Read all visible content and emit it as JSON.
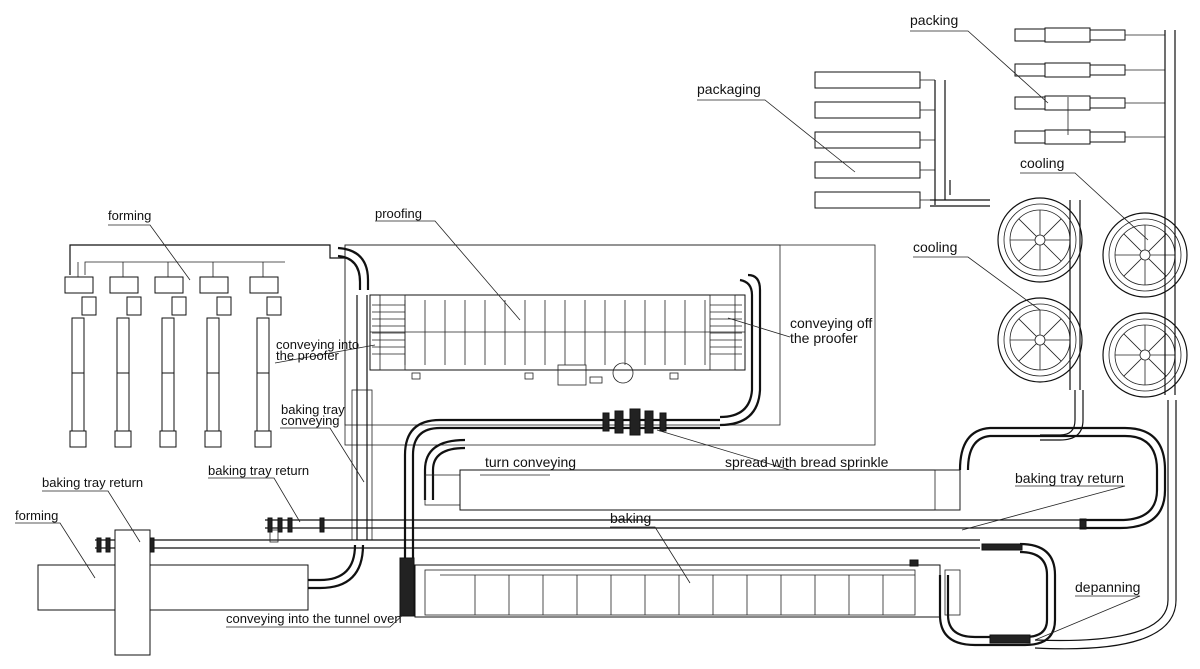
{
  "labels": {
    "packing": "packing",
    "packaging": "packaging",
    "cooling_top": "cooling",
    "cooling_mid": "cooling",
    "forming_top": "forming",
    "proofing": "proofing",
    "conveying_into_proofer_1": "conveying into",
    "conveying_into_proofer_2": "the proofer",
    "conveying_off_proofer_1": "conveying off",
    "conveying_off_proofer_2": "the proofer",
    "baking_tray_conveying_1": "baking tray",
    "baking_tray_conveying_2": "conveying",
    "turn_conveying": "turn conveying",
    "spread_bread_sprinkle": "spread with bread sprinkle",
    "baking_tray_return_left": "baking tray return",
    "baking_tray_return_mid": "baking tray return",
    "baking_tray_return_right": "baking tray return",
    "forming_bottom": "forming",
    "baking": "baking",
    "depanning": "depanning",
    "conveying_into_tunnel_oven": "conveying into the tunnel oven"
  },
  "colors": {
    "line": "#111111",
    "background": "#ffffff"
  }
}
